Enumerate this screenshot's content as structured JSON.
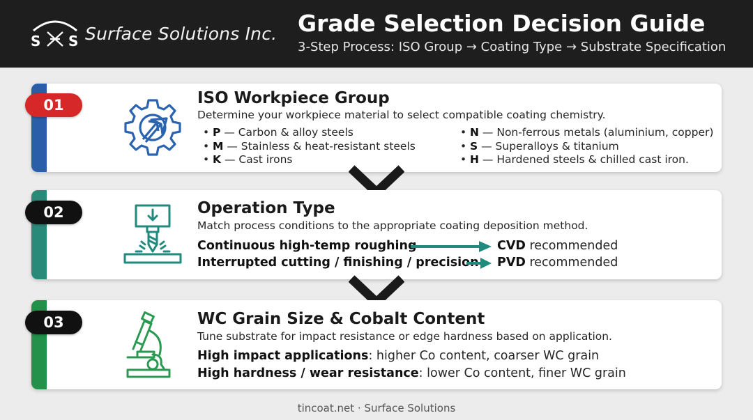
{
  "brand": {
    "name": "Surface Solutions Inc.",
    "logo_letters": [
      "S",
      "S"
    ]
  },
  "header": {
    "title": "Grade Selection Decision Guide",
    "subtitle": "3-Step Process: ISO Group → Coating Type → Substrate Specification"
  },
  "steps": [
    {
      "number": "01",
      "title": "ISO Workpiece Group",
      "description": "Determine your workpiece material to select compatible coating chemistry.",
      "icon": "gear-with-arrow-icon",
      "color": "#d62828",
      "accent_color": "#2a5ea8",
      "iso_groups": [
        {
          "code": "P",
          "text": "— Carbon & alloy steels"
        },
        {
          "code": "M",
          "text": "— Stainless & heat-resistant steels"
        },
        {
          "code": "K",
          "text": "— Cast irons"
        },
        {
          "code": "N",
          "text": "— Non-ferrous metals (aluminium, copper)"
        },
        {
          "code": "S",
          "text": "— Superalloys & titanium"
        },
        {
          "code": "H",
          "text": "— Hardened steels & chilled cast iron."
        }
      ]
    },
    {
      "number": "02",
      "title": "Operation Type",
      "description": "Match process conditions to the appropriate coating deposition method.",
      "icon": "cutting-tool-icon",
      "color": "#111111",
      "accent_color": "#2a8a7a",
      "operations": [
        {
          "condition": "Continuous high-temp roughing",
          "method": "CVD",
          "suffix": "recommended"
        },
        {
          "condition": "Interrupted cutting / finishing / precision",
          "method": "PVD",
          "suffix": "recommended"
        }
      ]
    },
    {
      "number": "03",
      "title": "WC Grain Size & Cobalt Content",
      "description": "Tune substrate for impact resistance or edge hardness based on application.",
      "icon": "microscope-icon",
      "color": "#111111",
      "accent_color": "#23914a",
      "substrate_rules": [
        {
          "label": "High impact applications",
          "text": ": higher Co content, coarser WC grain"
        },
        {
          "label": "High hardness / wear resistance",
          "text": ": lower Co content, finer WC grain"
        }
      ]
    }
  ],
  "footer": "tincoat.net · Surface Solutions",
  "colors": {
    "header_bg": "#1e1e1e",
    "teal": "#1f8a7d",
    "icon_blue": "#2a63b0",
    "icon_green": "#2a9a52"
  }
}
